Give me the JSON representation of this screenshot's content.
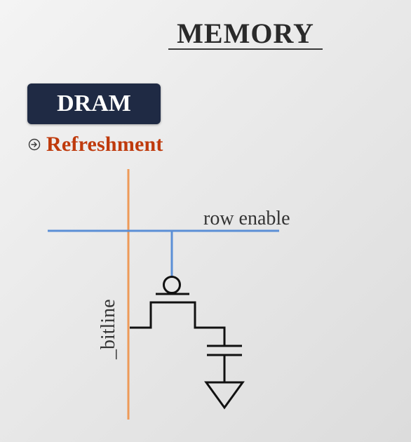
{
  "header": {
    "title": "MEMORY"
  },
  "section": {
    "badge": "DRAM",
    "subheading": "Refreshment",
    "bullet_icon": "circled-arrow-right-icon"
  },
  "diagram": {
    "row_label": "row enable",
    "bitline_label": "_bitline",
    "colors": {
      "row_line": "#5b8fd6",
      "bitline": "#ee9a58",
      "circuit": "#111111"
    }
  },
  "colors": {
    "badge_bg": "#1f2a44",
    "accent": "#bf3a0c"
  }
}
